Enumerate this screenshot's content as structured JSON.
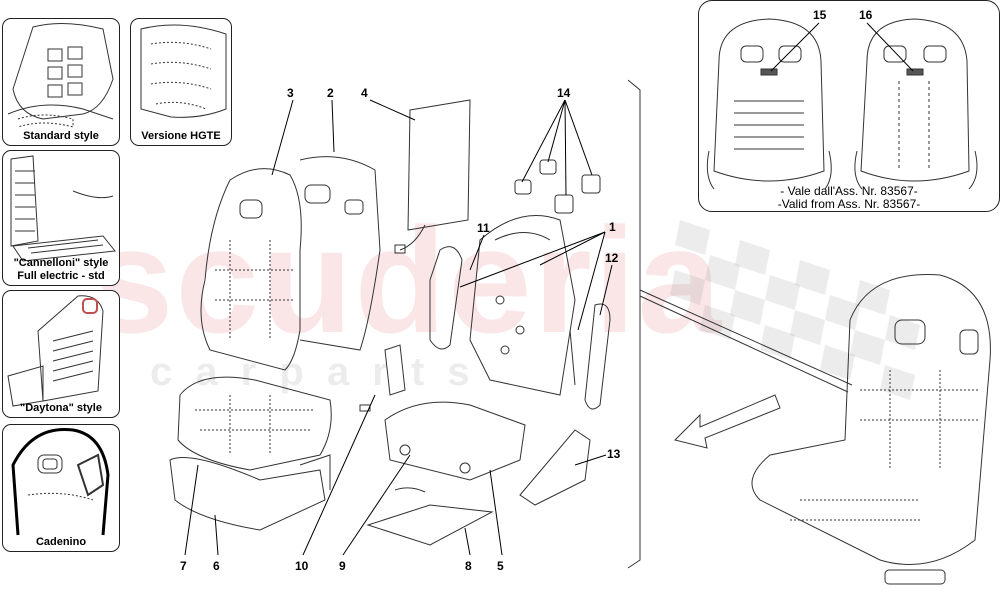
{
  "variants": {
    "standard": "Standard style",
    "hgte": "Versione HGTE",
    "cannelloni_line1": "\"Cannelloni\" style",
    "cannelloni_line2": "Full electric - std",
    "daytona": "\"Daytona\" style",
    "cadenino": "Cadenino"
  },
  "validity_note": {
    "line1": "- Vale dall'Ass. Nr. 83567-",
    "line2": "-Valid from Ass. Nr. 83567-"
  },
  "callouts": {
    "c1": "1",
    "c2": "2",
    "c3": "3",
    "c4": "4",
    "c5": "5",
    "c6": "6",
    "c7": "7",
    "c8": "8",
    "c9": "9",
    "c10": "10",
    "c11": "11",
    "c12": "12",
    "c13": "13",
    "c14": "14",
    "c15": "15",
    "c16": "16"
  },
  "watermark": {
    "main": "scuderia",
    "sub": "c a r   p a r t s"
  }
}
